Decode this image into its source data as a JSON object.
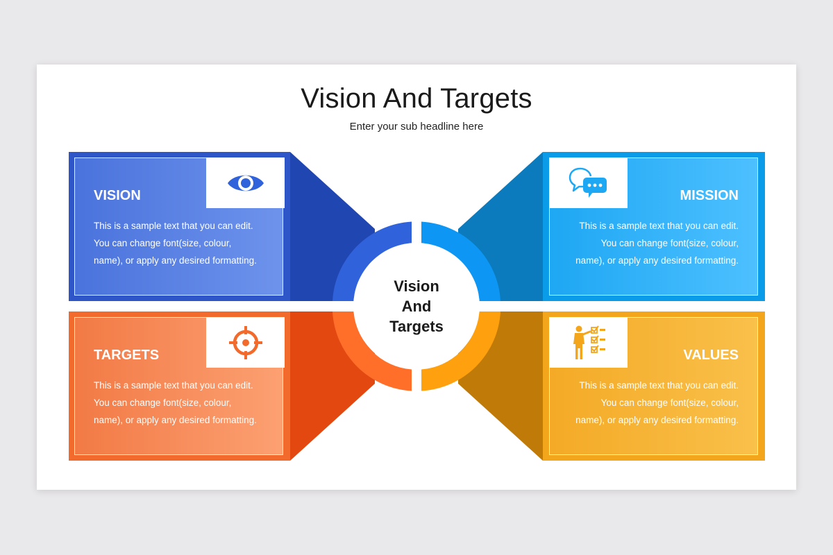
{
  "title": "Vision And Targets",
  "subtitle": "Enter your sub headline here",
  "center": {
    "line1": "Vision",
    "line2": "And",
    "line3": "Targets"
  },
  "quadrants": [
    {
      "key": "vision",
      "heading": "VISION",
      "icon": "eye-icon",
      "lines": [
        "This is a sample text that you can edit.",
        "You can change font(size, colour,",
        "name), or apply any desired formatting."
      ],
      "color": "#4a73dc"
    },
    {
      "key": "mission",
      "heading": "MISSION",
      "icon": "chat-bubbles-icon",
      "lines": [
        "This is a sample text that you can edit.",
        "You can change font(size, colour,",
        "name), or apply any desired formatting."
      ],
      "color": "#1ea7f3"
    },
    {
      "key": "targets",
      "heading": "TARGETS",
      "icon": "target-crosshair-icon",
      "lines": [
        "This is a sample text that you can edit.",
        "You can change font(size, colour,",
        "name), or apply any desired formatting."
      ],
      "color": "#f27a45"
    },
    {
      "key": "values",
      "heading": "VALUES",
      "icon": "presenter-checklist-icon",
      "lines": [
        "This is a sample text that you can edit.",
        "You can change font(size, colour,",
        "name), or apply any desired formatting."
      ],
      "color": "#f4aa26"
    }
  ]
}
